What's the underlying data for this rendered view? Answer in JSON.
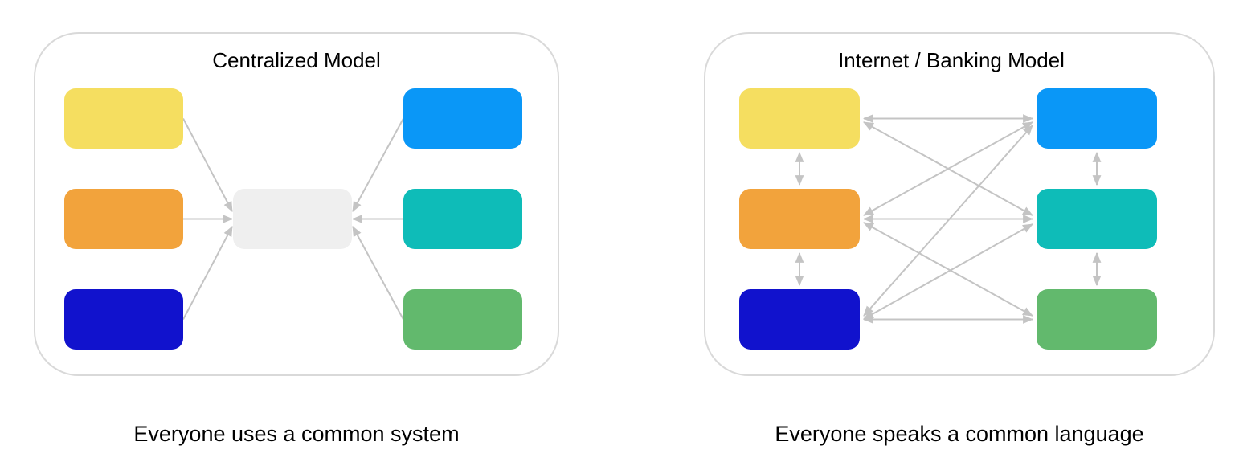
{
  "colors": {
    "yellow": "#f5de60",
    "orange": "#f2a33c",
    "dark_blue": "#1112cd",
    "light_blue": "#0a97f7",
    "teal": "#0ebcb8",
    "green": "#62b96d",
    "hub_gray": "#efefef",
    "arrow": "#c4c4c4",
    "container_border": "#d9d9d9",
    "text": "#000000"
  },
  "left_panel": {
    "title": "Centralized Model",
    "caption": "Everyone uses a common system",
    "nodes": [
      "yellow",
      "orange",
      "dark-blue",
      "light-blue",
      "teal",
      "green"
    ],
    "hub": "central-system",
    "edges": [
      "yellow → hub",
      "orange → hub",
      "dark-blue → hub",
      "light-blue → hub",
      "teal → hub",
      "green → hub"
    ]
  },
  "right_panel": {
    "title": "Internet / Banking Model",
    "caption": "Everyone speaks a common language",
    "nodes": [
      "yellow",
      "orange",
      "dark-blue",
      "light-blue",
      "teal",
      "green"
    ],
    "edges": [
      "yellow ↔ orange",
      "orange ↔ dark-blue",
      "light-blue ↔ teal",
      "teal ↔ green",
      "yellow ↔ light-blue",
      "orange ↔ teal",
      "dark-blue ↔ green",
      "yellow ↔ teal",
      "orange ↔ light-blue",
      "orange ↔ green",
      "dark-blue ↔ light-blue",
      "dark-blue ↔ teal"
    ]
  }
}
